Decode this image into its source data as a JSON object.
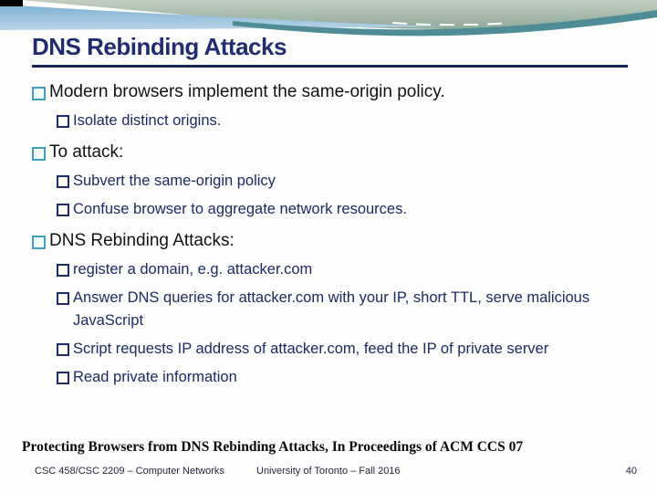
{
  "slide": {
    "title": "DNS Rebinding Attacks",
    "bullets": [
      {
        "text": "Modern browsers implement the same-origin policy.",
        "children": [
          "Isolate distinct origins."
        ]
      },
      {
        "text": "To attack:",
        "children": [
          "Subvert the same-origin policy",
          "Confuse browser to aggregate network resources."
        ]
      },
      {
        "text": "DNS Rebinding Attacks:",
        "children": [
          "register a domain, e.g. attacker.com",
          "Answer DNS queries for attacker.com with your IP, short TTL, serve malicious JavaScript",
          "Script requests IP address of attacker.com, feed the IP of private server",
          "Read private information"
        ]
      }
    ],
    "reference": "Protecting Browsers from DNS Rebinding Attacks, In Proceedings of ACM CCS 07",
    "footer": {
      "course": "CSC 458/CSC 2209 – Computer Networks",
      "institution": "University of Toronto – Fall 2016",
      "page_number": "40"
    },
    "colors": {
      "title": "#1f2c70",
      "underline": "#17255a",
      "level1_text": "#121212",
      "level1_bullet": "#3fa0bd",
      "level2_text": "#1c2a66",
      "level2_bullet": "#1c2a66",
      "banner_sage": "#9bb2a2",
      "banner_teal": "#4f8c95",
      "banner_blue": "#7db1d4"
    }
  }
}
